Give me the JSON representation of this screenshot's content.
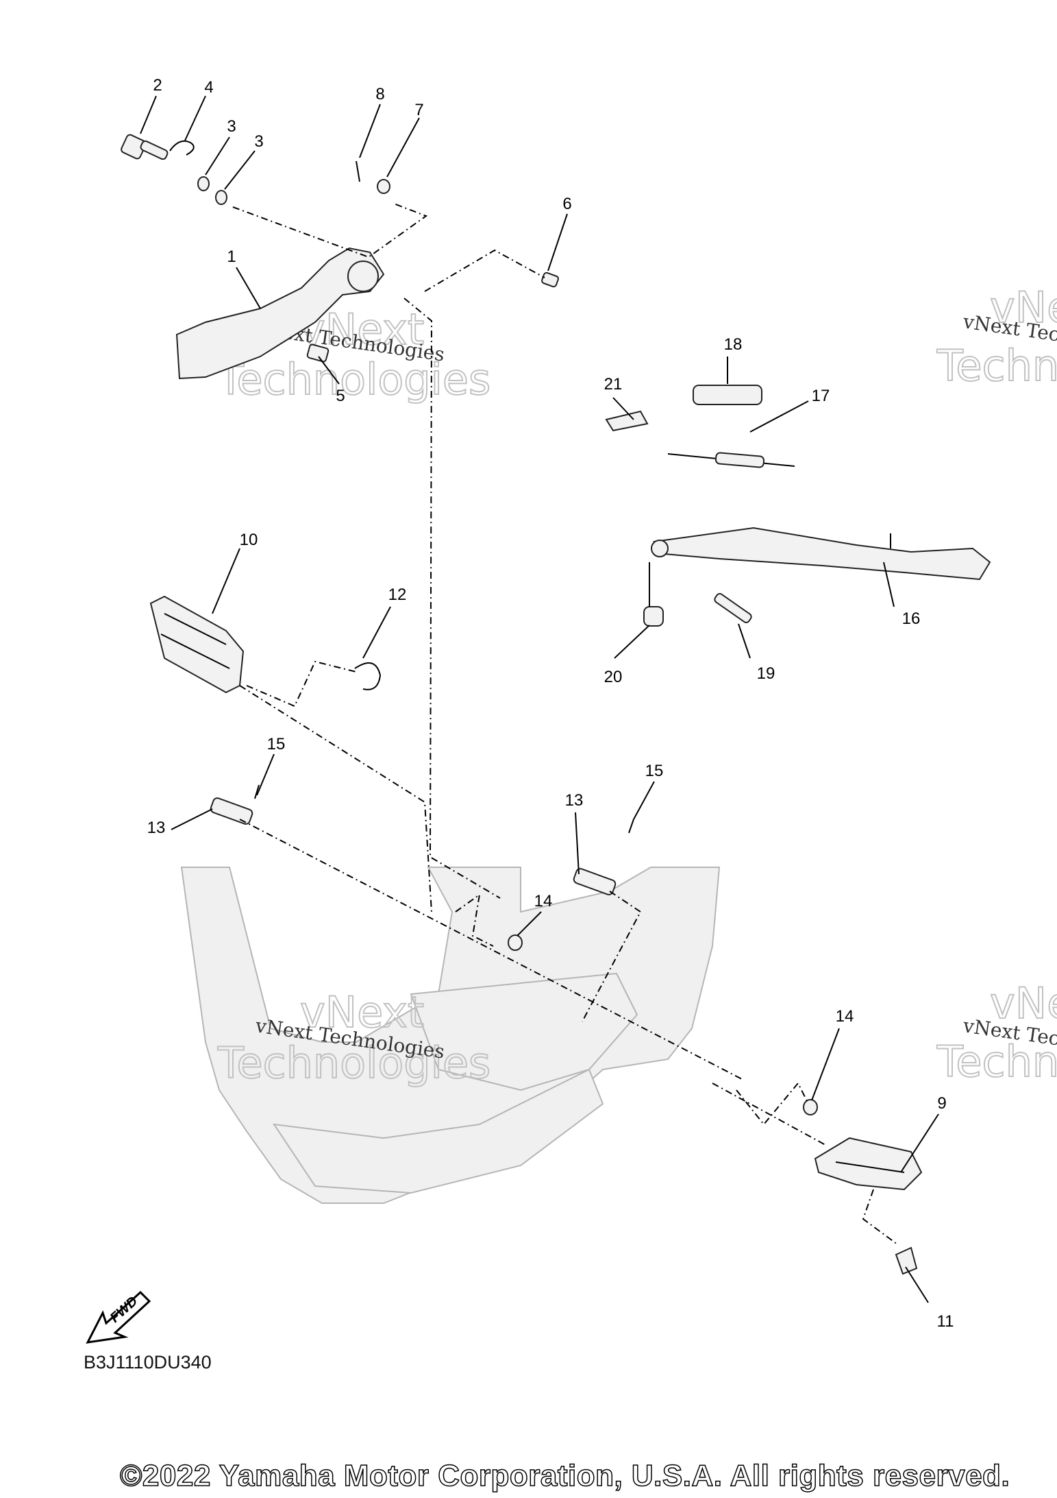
{
  "diagram": {
    "code": "B3J1110DU340",
    "copyright": "©2022 Yamaha Motor Corporation, U.S.A. All rights reserved.",
    "fwd_label": "FWD",
    "watermark": {
      "line": "vNext Technologies",
      "big_top": "vNext",
      "big_bottom": "Technologies"
    },
    "callouts": {
      "c1": "1",
      "c2": "2",
      "c3a": "3",
      "c3b": "3",
      "c4": "4",
      "c5": "5",
      "c6": "6",
      "c7": "7",
      "c8": "8",
      "c9": "9",
      "c10": "10",
      "c11": "11",
      "c12": "12",
      "c13a": "13",
      "c13b": "13",
      "c14a": "14",
      "c14b": "14",
      "c15a": "15",
      "c15b": "15",
      "c16": "16",
      "c17": "17",
      "c18": "18",
      "c19": "19",
      "c20": "20",
      "c21": "21"
    }
  }
}
